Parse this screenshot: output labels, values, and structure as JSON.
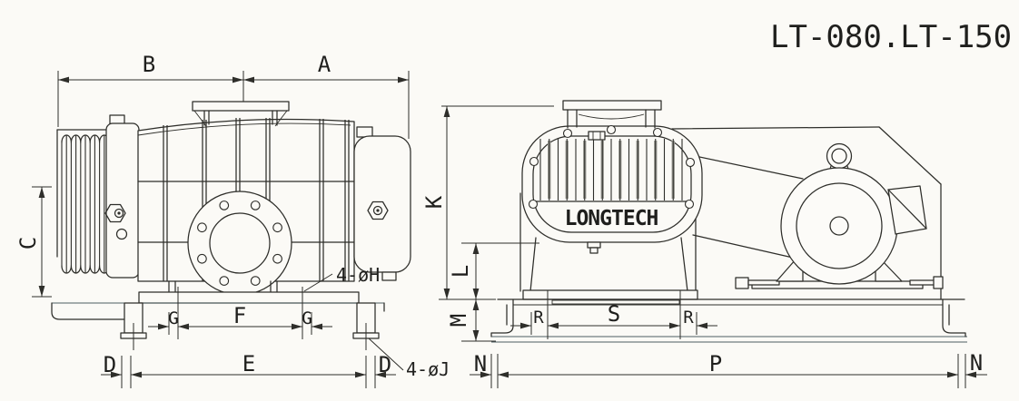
{
  "drawing": {
    "title": "LT-080.LT-150",
    "brand": "LONGTECH"
  },
  "dims": {
    "A": "A",
    "B": "B",
    "C": "C",
    "D": "D",
    "E": "E",
    "F": "F",
    "G": "G",
    "K": "K",
    "L": "L",
    "M": "M",
    "N": "N",
    "P": "P",
    "R": "R",
    "S": "S",
    "base_bolt_holes": "4-øH",
    "anchor_bolt_holes": "4-øJ"
  },
  "colors": {
    "line": "#2e2e2a",
    "paper": "#fbfaf6",
    "fin_shade": "#9a9a93"
  }
}
